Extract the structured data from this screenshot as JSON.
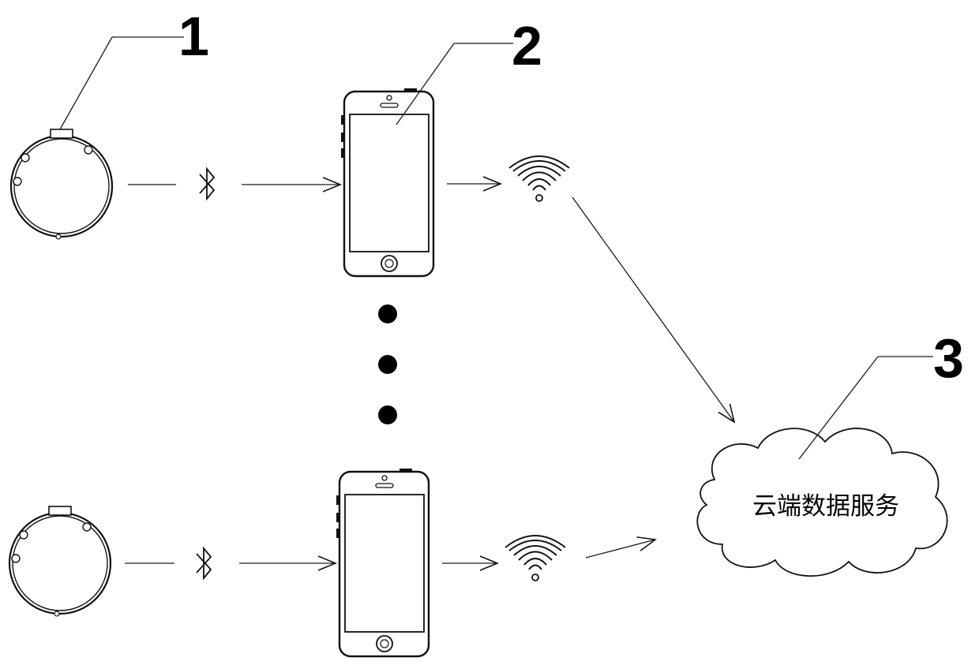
{
  "labels": {
    "wristband": "1",
    "phone": "2",
    "cloud": "3"
  },
  "cloud": {
    "text": "云端数据服务"
  },
  "icons": [
    "wristband-icon",
    "bluetooth-icon",
    "smartphone-icon",
    "wifi-icon",
    "cloud-icon",
    "ellipsis-dots"
  ]
}
